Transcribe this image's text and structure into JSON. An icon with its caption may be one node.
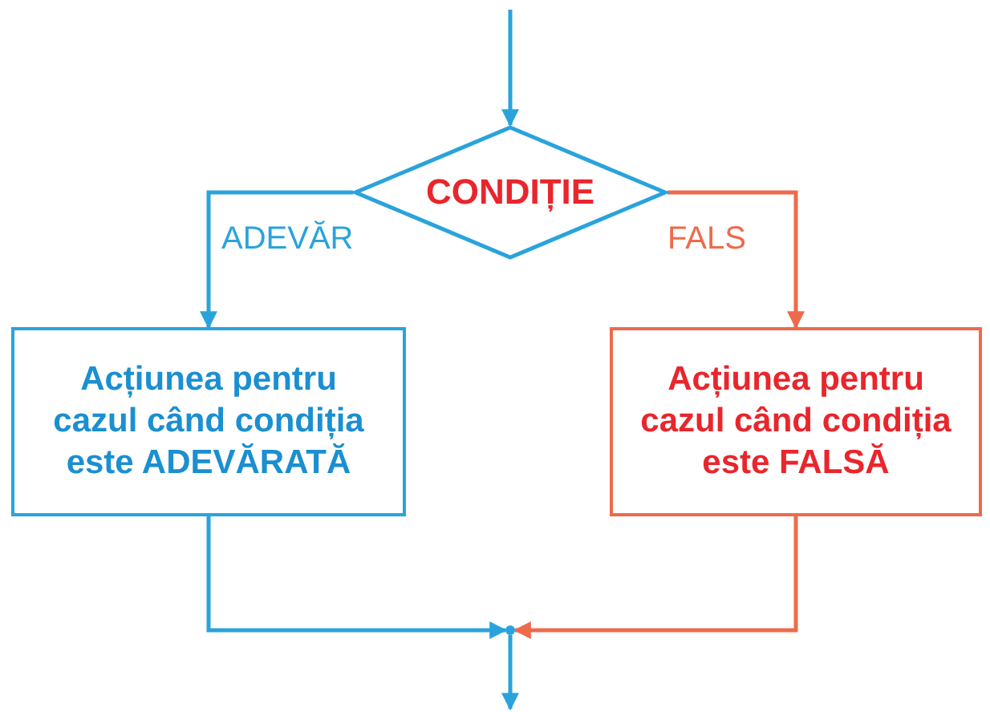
{
  "diagram": {
    "nodes": [
      {
        "text": [
          "CONDIȚIE"
        ]
      },
      {
        "text": [
          "Acțiunea pentru cazul când condiția este ADEVĂRATĂ"
        ]
      },
      {
        "text": [
          "Acțiunea pentru cazul când condiția este FALSĂ"
        ]
      },
      {
        "text": [],
        "shape": "dot"
      }
    ],
    "edges": [
      {
        "from": null,
        "to": 0,
        "arrow": "to"
      },
      {
        "from": 0,
        "to": 1,
        "arrow": "to",
        "label": "ADEVĂR"
      },
      {
        "from": 0,
        "to": 2,
        "arrow": "to",
        "label": "FALS",
        "color": "#ee6a4c"
      },
      {
        "from": 1,
        "to": 3,
        "arrow": "to"
      },
      {
        "from": 2,
        "to": 3,
        "arrow": "to",
        "color": "#ee6a4c"
      },
      {
        "from": 3,
        "to": null,
        "arrow": "to"
      }
    ]
  }
}
